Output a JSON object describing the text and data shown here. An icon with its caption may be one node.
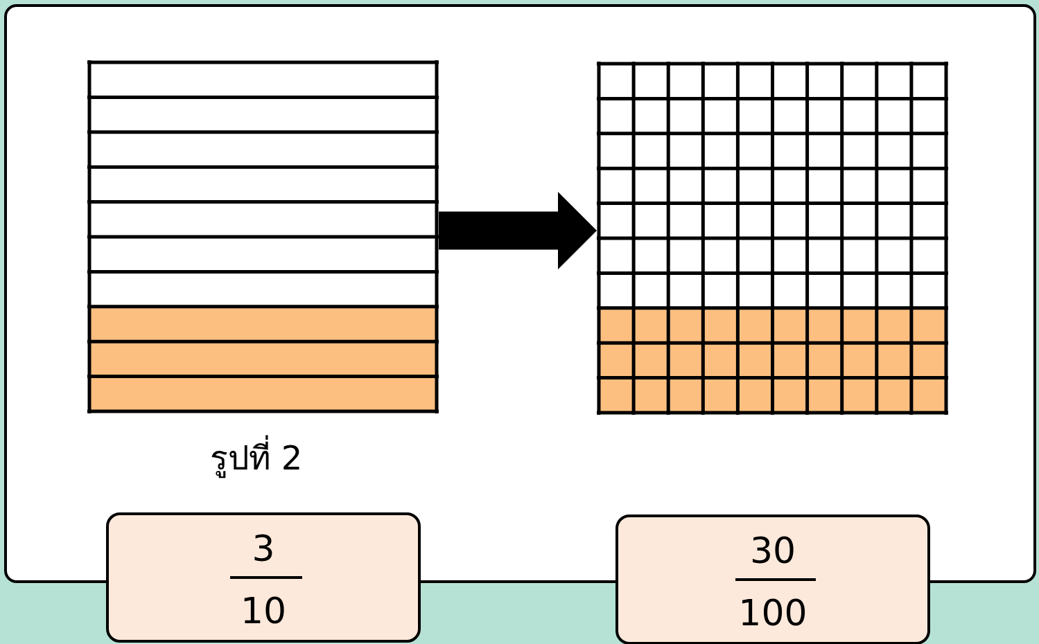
{
  "diagram": {
    "nodes": [
      {
        "text": [],
        "shape": "box",
        "beside": [
          "รูปที่ 2"
        ]
      },
      {
        "text": [],
        "shape": "box"
      },
      {
        "text": [
          "3",
          "10"
        ]
      },
      {
        "text": [
          "30",
          "100"
        ]
      }
    ],
    "edges": [
      {
        "from": 0,
        "to": 1,
        "arrow": "to"
      }
    ]
  }
}
